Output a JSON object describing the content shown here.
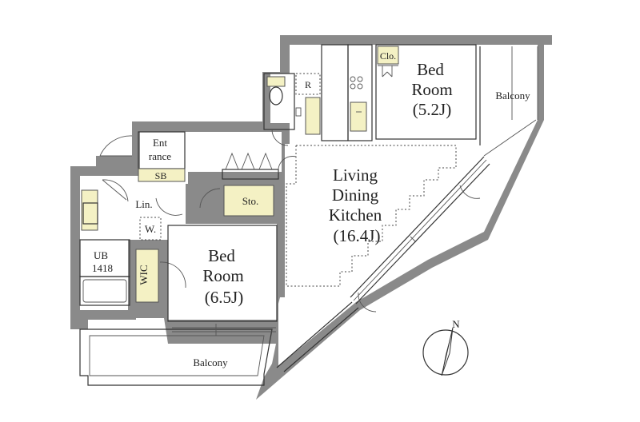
{
  "rooms": {
    "bed_large": {
      "line1": "Bed",
      "line2": "Room",
      "size": "(6.5J)"
    },
    "bed_small": {
      "line1": "Bed",
      "line2": "Room",
      "size": "(5.2J)"
    },
    "ldk": {
      "line1": "Living",
      "line2": "Dining",
      "line3": "Kitchen",
      "size": "(16.4J)"
    },
    "entrance": {
      "line1": "Ent",
      "line2": "rance"
    },
    "sb": "SB",
    "sto": "Sto.",
    "lin": "Lin.",
    "w": "W.",
    "ub": {
      "line1": "UB",
      "line2": "1418"
    },
    "wic": "WIC",
    "clo": "Clo.",
    "r": "R",
    "balcony_bottom": "Balcony",
    "balcony_right": "Balcony"
  },
  "compass": {
    "label": "N"
  }
}
